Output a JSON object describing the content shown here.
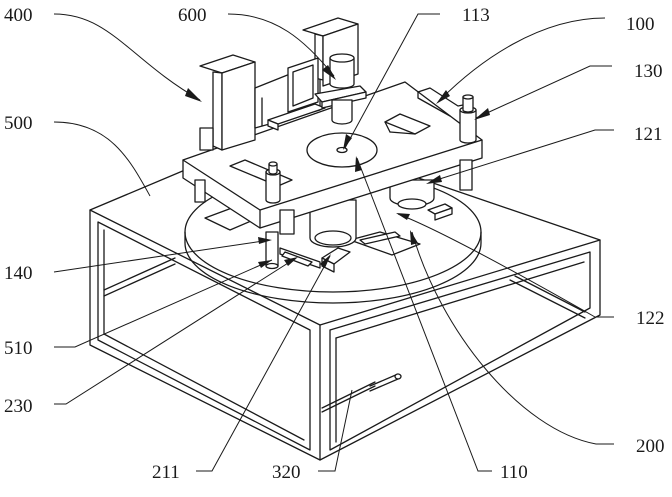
{
  "figure": {
    "ink_color": "#1a1a1a",
    "background": "#ffffff",
    "labels": {
      "l400": "400",
      "l600": "600",
      "l113": "113",
      "l100": "100",
      "l130": "130",
      "l500": "500",
      "l121": "121",
      "l140": "140",
      "l122": "122",
      "l510": "510",
      "l200": "200",
      "l230": "230",
      "l211": "211",
      "l320": "320",
      "l110": "110"
    }
  }
}
